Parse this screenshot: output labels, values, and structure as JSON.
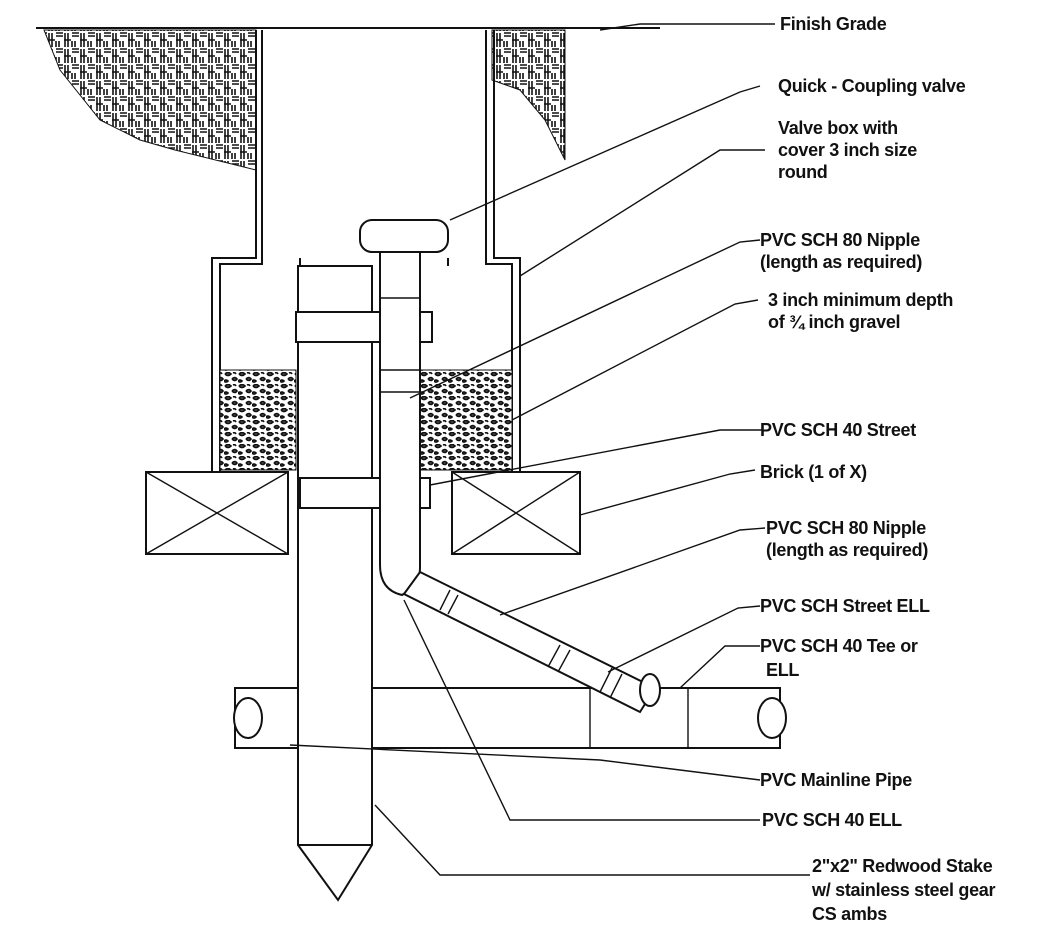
{
  "labels": {
    "finish_grade": "Finish Grade",
    "quick_coupling_valve": "Quick - Coupling valve",
    "valve_box_line1": "Valve box with",
    "valve_box_line2": "cover 3 inch size",
    "valve_box_line3": "round",
    "nipple_top_line1": "PVC SCH 80 Nipple",
    "nipple_top_line2": "(length as required)",
    "gravel_line1": "3 inch minimum depth",
    "gravel_line2": "of ¾ inch gravel",
    "street_ell_top_line1": "PVC SCH 40 Street",
    "street_ell_top_line2": "Brick (1 of X)",
    "nipple_mid_line1": "PVC SCH 80 Nipple",
    "nipple_mid_line2": "(length as required)",
    "street_ell": "PVC SCH Street ELL",
    "tee_line1": "PVC SCH 40 Tee or",
    "tee_line2": "ELL",
    "mainline": "PVC Mainline Pipe",
    "ell_40": "PVC SCH 40 ELL",
    "stake_line1": "2\"x2\" Redwood Stake",
    "stake_line2": "w/ stainless steel gear",
    "stake_line3": "CS ambs"
  },
  "colors": {
    "ink": "#111111",
    "paper": "#ffffff"
  }
}
